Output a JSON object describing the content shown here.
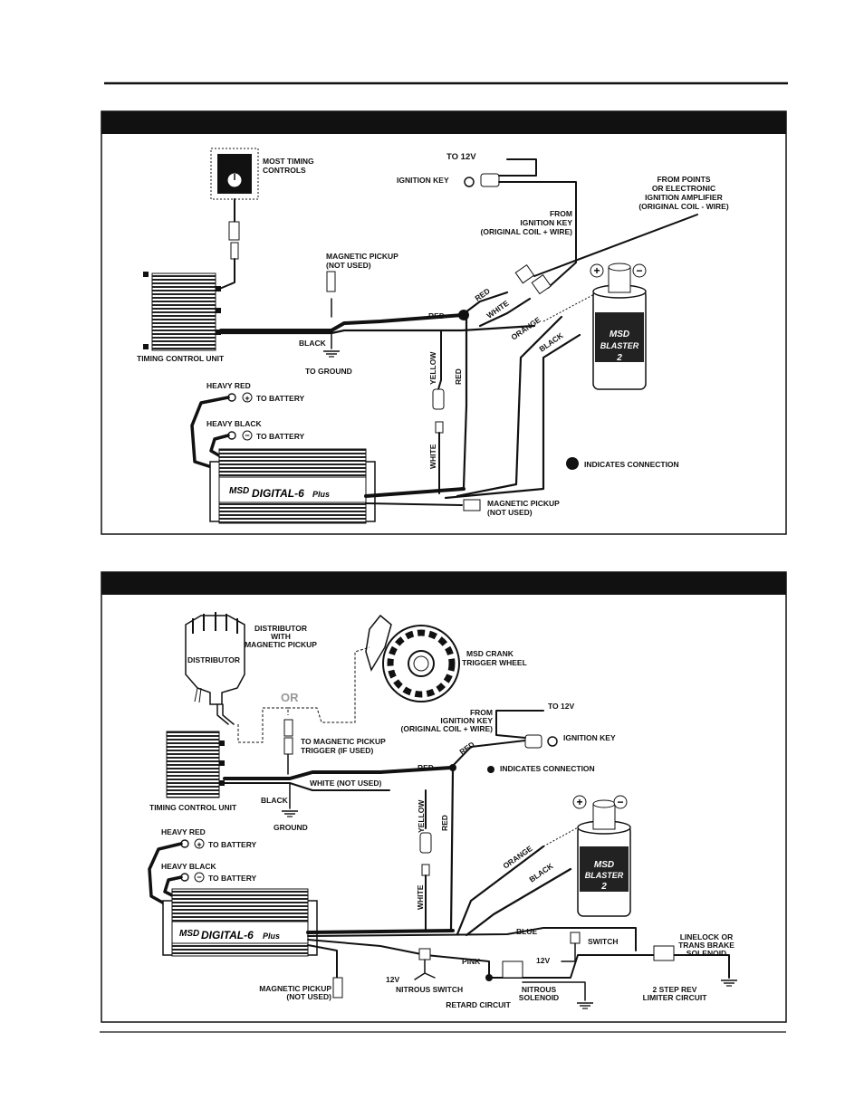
{
  "diagram1": {
    "labels": {
      "timing_controls": [
        "MOST TIMING",
        "CONTROLS"
      ],
      "to_12v": "TO 12V",
      "ignition_key": "IGNITION KEY",
      "from_points": [
        "FROM POINTS",
        "OR ELECTRONIC",
        "IGNITION AMPLIFIER",
        "(ORIGINAL COIL - WIRE)"
      ],
      "from_ignition_key": [
        "FROM",
        "IGNITION KEY",
        "(ORIGINAL COIL + WIRE)"
      ],
      "magnetic_pickup_top": [
        "MAGNETIC PICKUP",
        "(NOT USED)"
      ],
      "red_upper": "RED",
      "white_upper": "WHITE",
      "red_mid": "RED",
      "orange": "ORANGE",
      "black_coil": "BLACK",
      "black": "BLACK",
      "to_ground": "TO GROUND",
      "timing_control_unit": "TIMING CONTROL UNIT",
      "yellow": "YELLOW",
      "red_vertical": "RED",
      "heavy_red": "HEAVY RED",
      "to_battery_pos": "TO BATTERY",
      "heavy_black": "HEAVY BLACK",
      "to_battery_neg": "TO BATTERY",
      "white_vertical": "WHITE",
      "indicates_connection": "INDICATES CONNECTION",
      "magnetic_pickup_bottom": [
        "MAGNETIC PICKUP",
        "(NOT USED)"
      ]
    }
  },
  "diagram2": {
    "labels": {
      "distributor_with": [
        "DISTRIBUTOR",
        "WITH",
        "MAGNETIC PICKUP"
      ],
      "distributor": "DISTRIBUTOR",
      "msd_crank": [
        "MSD CRANK",
        "TRIGGER WHEEL"
      ],
      "or": "OR",
      "from_ignition_key": [
        "FROM",
        "IGNITION KEY",
        "(ORIGINAL COIL + WIRE)"
      ],
      "to_12v": "TO 12V",
      "to_magnetic_pickup": [
        "TO MAGNETIC PICKUP",
        "TRIGGER (IF USED)"
      ],
      "ignition_key": "IGNITION KEY",
      "red_diag": "RED",
      "red": "RED",
      "indicates_connection": "INDICATES CONNECTION",
      "white_not_used": "WHITE (NOT USED)",
      "black": "BLACK",
      "timing_control_unit": "TIMING CONTROL UNIT",
      "ground": "GROUND",
      "yellow": "YELLOW",
      "red_vertical": "RED",
      "heavy_red": "HEAVY RED",
      "to_battery_pos": "TO BATTERY",
      "heavy_black": "HEAVY BLACK",
      "to_battery_neg": "TO BATTERY",
      "orange": "ORANGE",
      "black_coil": "BLACK",
      "white_vertical": "WHITE",
      "blue": "BLUE",
      "switch": "SWITCH",
      "linelock": [
        "LINELOCK OR",
        "TRANS BRAKE",
        "SOLENOID"
      ],
      "pink": "PINK",
      "v12_a": "12V",
      "v12_b": "12V",
      "nitrous_switch": "NITROUS SWITCH",
      "nitrous_solenoid": [
        "NITROUS",
        "SOLENOID"
      ],
      "two_step": [
        "2 STEP REV",
        "LIMITER CIRCUIT"
      ],
      "retard_circuit": "RETARD CIRCUIT",
      "magnetic_pickup": [
        "MAGNETIC PICKUP",
        "(NOT USED)"
      ]
    }
  },
  "devices": {
    "box_brand": "MSD",
    "box_model": "DIGITAL-6",
    "box_model_suffix": "Plus",
    "coil_brand": "MSD",
    "coil_model": "BLASTER",
    "coil_num": "2",
    "plus": "+",
    "minus": "−"
  }
}
